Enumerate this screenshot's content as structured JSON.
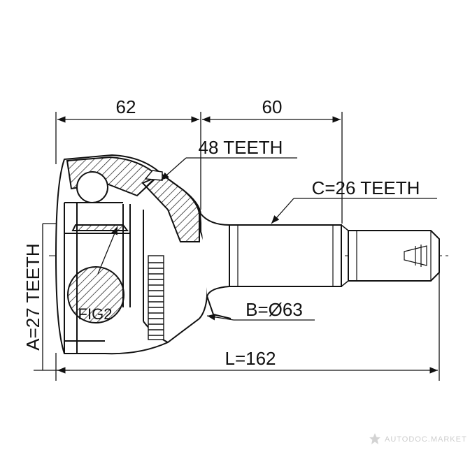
{
  "dimensions": {
    "housing_length": "62",
    "shaft_length": "60",
    "total_length": "L=162"
  },
  "labels": {
    "outer_spline": "48 TEETH",
    "shaft_spline": "C=26 TEETH",
    "inner_spline": "A=27 TEETH",
    "seal_diameter": "B=Ø63",
    "figure_ref": "FIG2"
  },
  "watermark": {
    "text": "AUTODOC.MARKET",
    "icon": "star-logo-icon"
  },
  "colors": {
    "line": "#111111",
    "background": "#ffffff",
    "watermark": "#c8c8c8"
  }
}
